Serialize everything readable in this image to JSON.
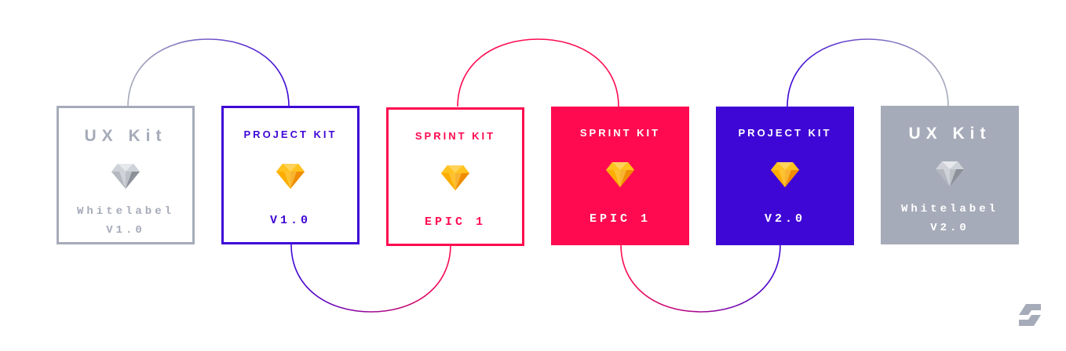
{
  "colors": {
    "gray": "#a6abb9",
    "blue": "#3f07d6",
    "red": "#ff0a50",
    "white": "#ffffff",
    "gem_orange": "#fdad00",
    "gem_silver": "#b5b8c0"
  },
  "cards": [
    {
      "title": "UX Kit",
      "sub1": "Whitelabel",
      "sub2": "V1.0",
      "style": "outline",
      "color": "#a6abb9",
      "gem": "silver-diamond-icon"
    },
    {
      "title": "PROJECT KIT",
      "sub1": "V1.0",
      "sub2": "",
      "style": "outline",
      "color": "#3f07d6",
      "gem": "sketch-diamond-icon"
    },
    {
      "title": "SPRINT KIT",
      "sub1": "EPIC 1",
      "sub2": "",
      "style": "outline",
      "color": "#ff0a50",
      "gem": "sketch-diamond-icon"
    },
    {
      "title": "SPRINT KIT",
      "sub1": "EPIC 1",
      "sub2": "",
      "style": "filled",
      "color": "#ff0a50",
      "gem": "sketch-diamond-icon"
    },
    {
      "title": "PROJECT KIT",
      "sub1": "V2.0",
      "sub2": "",
      "style": "filled",
      "color": "#3f07d6",
      "gem": "sketch-diamond-icon"
    },
    {
      "title": "UX Kit",
      "sub1": "Whitelabel",
      "sub2": "V2.0",
      "style": "filled",
      "color": "#a6abb9",
      "gem": "silver-diamond-icon"
    }
  ],
  "connectors": [
    {
      "from": 0,
      "to": 1,
      "side": "top",
      "from_color": "#a6abb9",
      "to_color": "#3f07d6"
    },
    {
      "from": 1,
      "to": 2,
      "side": "bottom",
      "from_color": "#3f07d6",
      "to_color": "#ff0a50"
    },
    {
      "from": 2,
      "to": 3,
      "side": "top",
      "from_color": "#ff0a50",
      "to_color": "#ff0a50"
    },
    {
      "from": 3,
      "to": 4,
      "side": "bottom",
      "from_color": "#ff0a50",
      "to_color": "#3f07d6"
    },
    {
      "from": 4,
      "to": 5,
      "side": "top",
      "from_color": "#3f07d6",
      "to_color": "#a6abb9"
    }
  ],
  "logo": "brand-logo-icon"
}
